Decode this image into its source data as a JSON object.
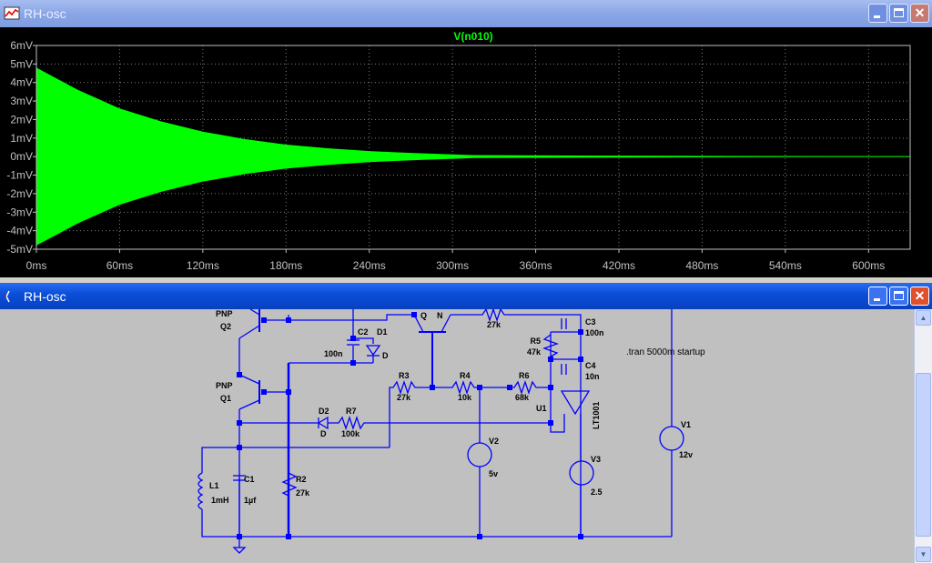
{
  "waveform_window": {
    "title": "RH-osc",
    "icon": "waveform-icon",
    "buttons": {
      "minimize": "minimize-icon",
      "maximize": "maximize-icon",
      "close": "close-icon"
    }
  },
  "schematic_window": {
    "title": "RH-osc",
    "icon": "schematic-icon"
  },
  "chart_data": {
    "type": "line",
    "title": "V(n010)",
    "series": [
      {
        "name": "V(n010)",
        "color": "#00ff00"
      }
    ],
    "x": [
      0,
      30,
      60,
      90,
      120,
      150,
      180,
      210,
      240,
      270,
      300,
      315,
      630
    ],
    "envelope_mV": [
      4.8,
      3.6,
      2.6,
      1.9,
      1.35,
      0.95,
      0.65,
      0.45,
      0.3,
      0.2,
      0.12,
      0.08,
      0
    ],
    "xlim": [
      0,
      630
    ],
    "ylim": [
      -5,
      6
    ],
    "xticks": [
      "0ms",
      "60ms",
      "120ms",
      "180ms",
      "240ms",
      "300ms",
      "360ms",
      "420ms",
      "480ms",
      "540ms",
      "600ms"
    ],
    "yticks": [
      "6mV",
      "5mV",
      "4mV",
      "3mV",
      "2mV",
      "1mV",
      "0mV",
      "-1mV",
      "-2mV",
      "-3mV",
      "-4mV",
      "-5mV"
    ],
    "grid": true,
    "background": "#000000",
    "axis_color": "#c0c0c0"
  },
  "schematic": {
    "wire_color": "#0000ff",
    "directive": ".tran 5000m startup",
    "components": {
      "Q2": {
        "name": "Q2",
        "type": "PNP"
      },
      "Q1": {
        "name": "Q1",
        "type": "PNP"
      },
      "C2": {
        "name": "C2",
        "value": "100n"
      },
      "D1": {
        "name": "D1",
        "value": "D"
      },
      "Q3": {
        "name": "Q",
        "extra": "N"
      },
      "Rtop": {
        "value": "27k"
      },
      "C3": {
        "name": "C3",
        "value": "100n"
      },
      "R5": {
        "name": "R5",
        "value": "47k"
      },
      "C4": {
        "name": "C4",
        "value": "10n"
      },
      "U1": {
        "name": "U1",
        "value": "LT1001"
      },
      "R3": {
        "name": "R3",
        "value": "27k"
      },
      "R4": {
        "name": "R4",
        "value": "10k"
      },
      "R6": {
        "name": "R6",
        "value": "68k"
      },
      "D2": {
        "name": "D2",
        "value": "D"
      },
      "R7": {
        "name": "R7",
        "value": "100k"
      },
      "L1": {
        "name": "L1",
        "value": "1mH"
      },
      "C1": {
        "name": "C1",
        "value": "1µf"
      },
      "R2": {
        "name": "R2",
        "value": "27k"
      },
      "V2": {
        "name": "V2",
        "value": "5v"
      },
      "V3": {
        "name": "V3",
        "value": "2.5"
      },
      "V1": {
        "name": "V1",
        "value": "12v"
      }
    }
  }
}
